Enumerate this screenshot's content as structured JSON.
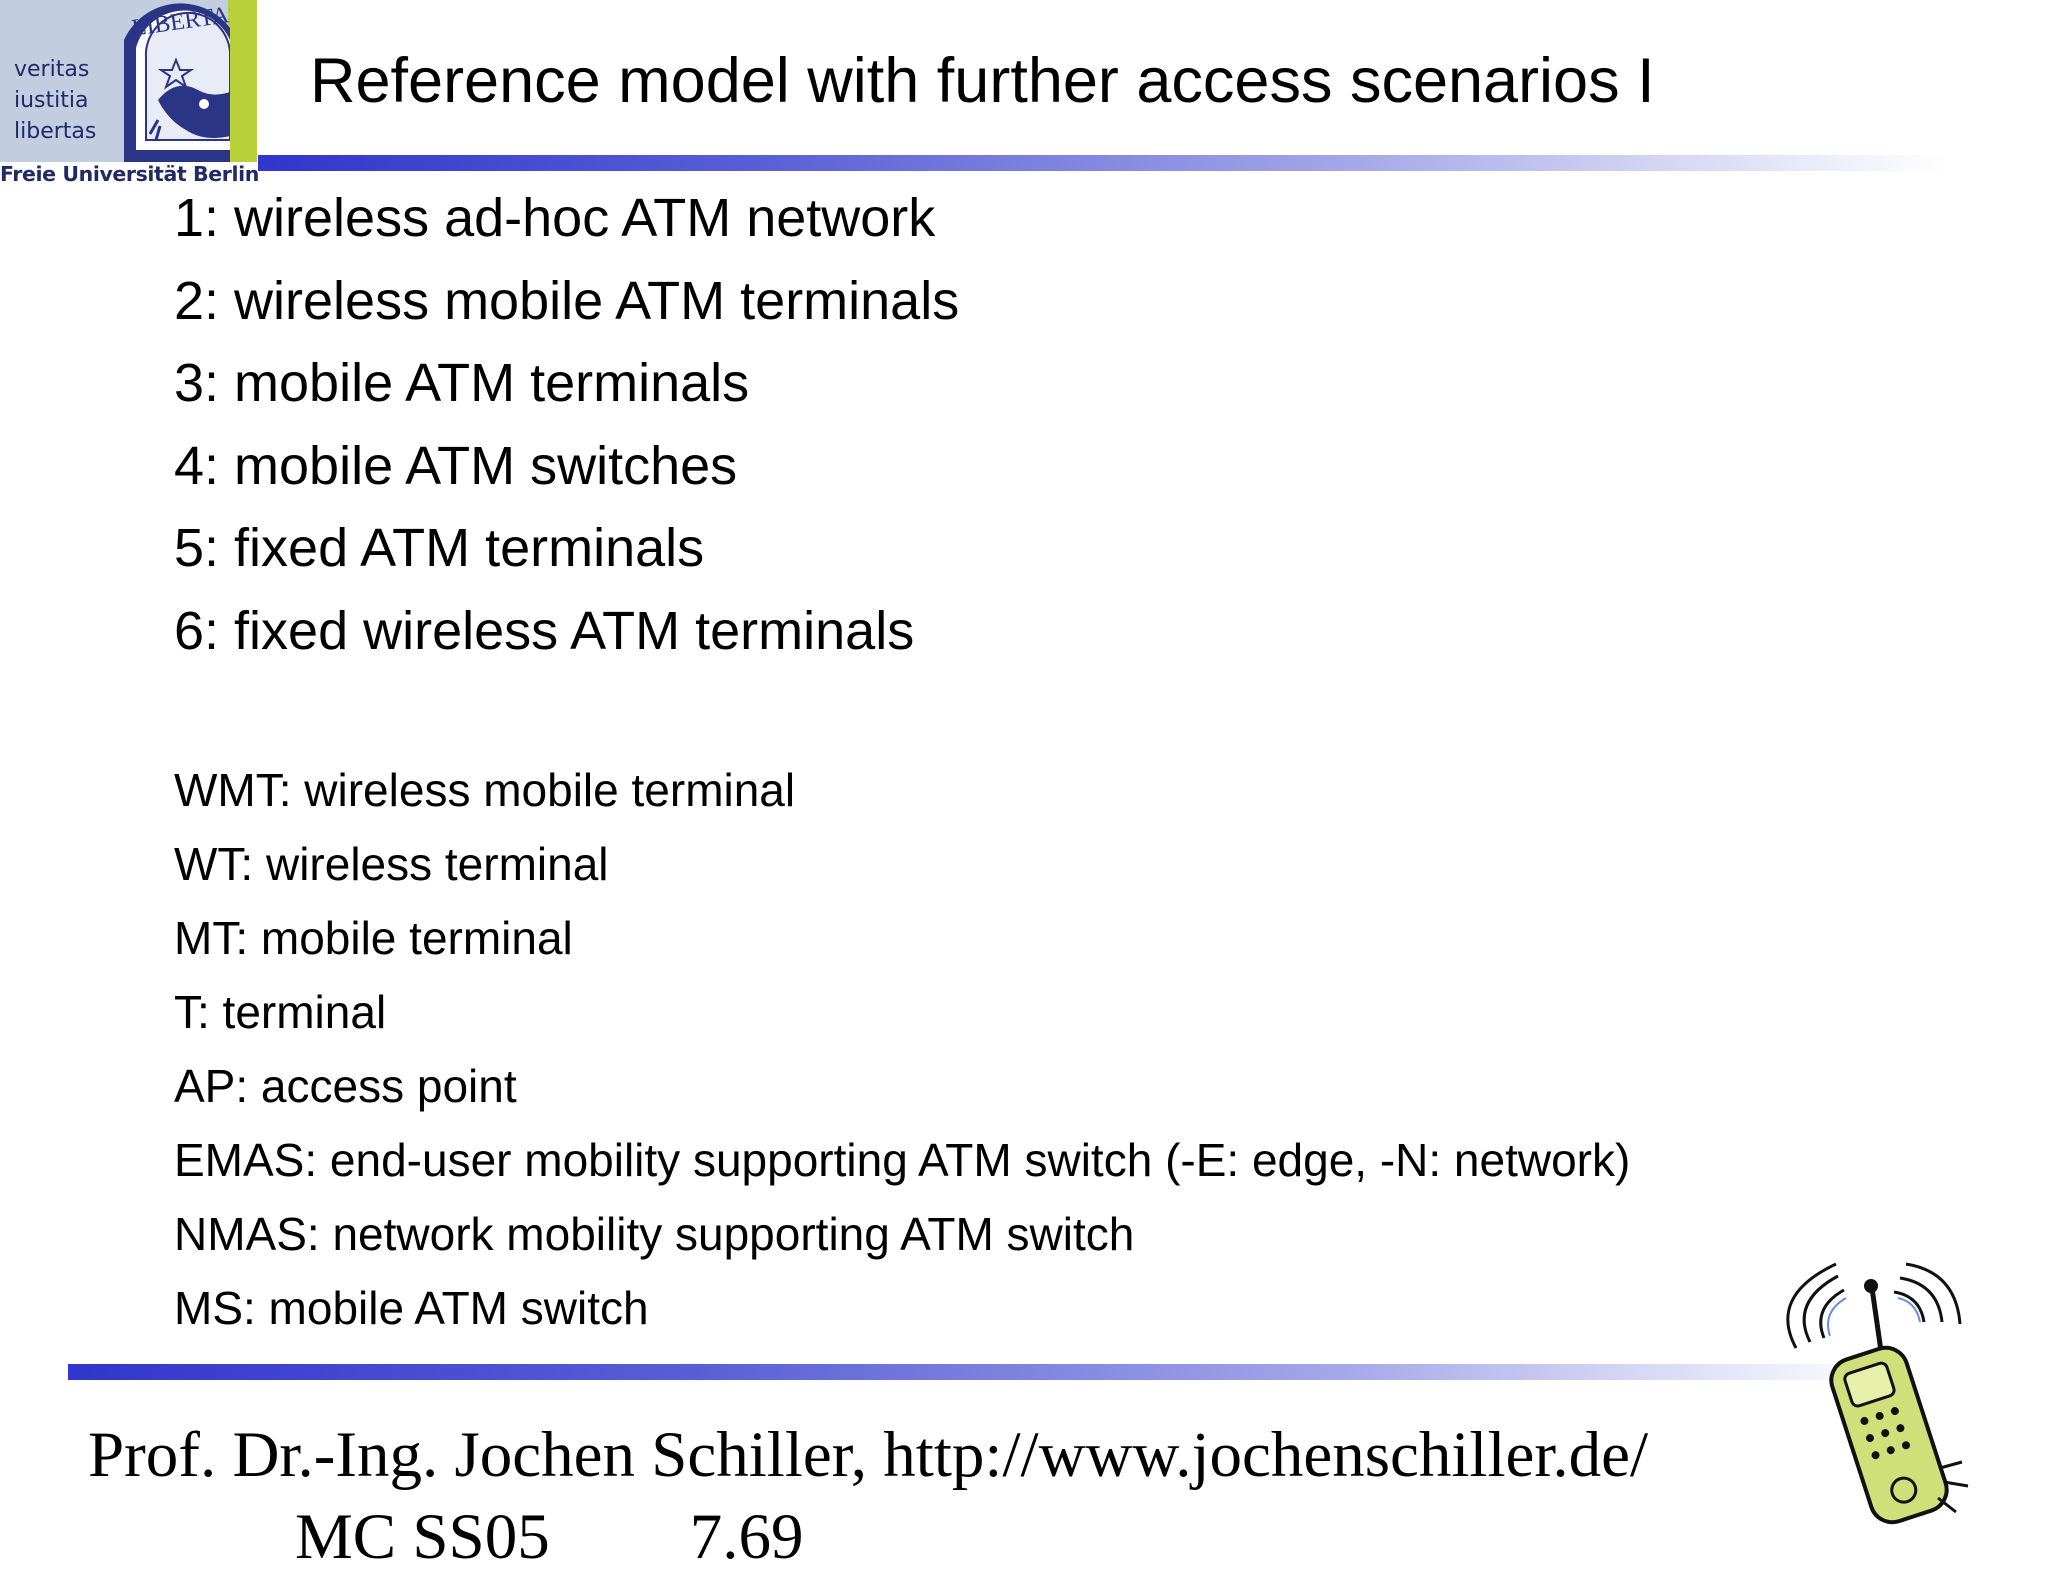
{
  "logo": {
    "motto": [
      "veritas",
      "iustitia",
      "libertas"
    ],
    "seal_text": "LIBERTAS",
    "university": "Freie Universität Berlin",
    "colors": {
      "panel": "#c3cde0",
      "green": "#b8d13a",
      "navy": "#1f2a66"
    }
  },
  "slide": {
    "title": "Reference model with further access scenarios I"
  },
  "scenarios": [
    "1: wireless ad-hoc ATM network",
    "2: wireless mobile ATM terminals",
    "3: mobile ATM terminals",
    "4: mobile ATM switches",
    "5: fixed ATM terminals",
    "6: fixed wireless ATM terminals"
  ],
  "abbreviations": [
    "WMT: wireless mobile terminal",
    "WT: wireless terminal",
    "MT: mobile terminal",
    "T: terminal",
    "AP: access point",
    "EMAS: end-user mobility supporting ATM switch (-E: edge, -N: network)",
    "NMAS: network mobility supporting ATM switch",
    "MS: mobile ATM switch"
  ],
  "footer": {
    "author": "Prof. Dr.-Ing. Jochen Schiller, http://www.jochenschiller.de/",
    "course": "MC SS05",
    "page": "7.69"
  },
  "icons": [
    "university-seal-icon",
    "mobile-phone-signal-icon"
  ],
  "accent_colors": {
    "bar_start": "#3136cc",
    "bar_end": "#ffffff"
  }
}
